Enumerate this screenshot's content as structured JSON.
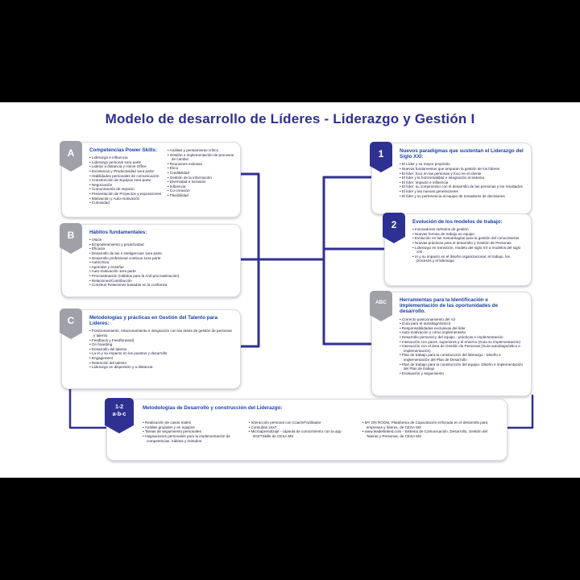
{
  "title": "Modelo de desarrollo de Líderes - Liderazgo y Gestión I",
  "colors": {
    "navy": "#2e3192",
    "heading_blue": "#1d43a8",
    "tab_grey": "#9fa0a8"
  },
  "cards": {
    "a": {
      "tab": "A",
      "heading": "Competencias Power Skills:",
      "col1": [
        "Liderazgo e influencia",
        "Liderazgo personal 1era parte",
        "Liderar a distancia y Home Office",
        "Excelencia y Productividad 1era parte",
        "Habilidades personales de comunicación",
        "Construcción de Equipos 1era parte",
        "Negociación",
        "Comunicación de impacto",
        "Presentación de Proyectos y exposiciones",
        "Motivación y Auto-motivación",
        "Curiosidad"
      ],
      "col2": [
        "Análisis y pensamiento crítico",
        "Gestión e implementación de procesos de cambio",
        "Reuniones exitosas",
        "Ética",
        "Credibilidad",
        "Gestión de la información",
        "Diversidad e inclusión",
        "Influencia",
        "Co-creación",
        "Flexibilidad"
      ]
    },
    "b": {
      "tab": "B",
      "heading": "Hábitos fundamentales:",
      "items": [
        "Visión",
        "Empoderamiento y proactividad",
        "Eficacia",
        "Desarrollo de las 4 inteligencias 1era parte",
        "Desarrollo profesional continuo 1era parte",
        "Autocrítica",
        "Aprender y enseñar",
        "Auto-motivación 1era parte",
        "Procrastinación (Hábitos para la Anti-procrastinación)",
        "Relaciones/Contribución",
        "Construir Relaciones basadas en la confianza"
      ]
    },
    "c": {
      "tab": "C",
      "heading": "Metodologías y prácticas en Gestión del Talento para Líderes:",
      "items": [
        "Posicionamiento, relacionamiento e integración con las áreas de gestión de personas y talento",
        "Feedback y Feedforward)",
        "On boarding",
        "Desarrollo del talento",
        "La IA y su impacto en los puestos y desarrollo",
        "Engagement",
        "Retención del talento",
        "Liderazgo en dispersión y a distancia"
      ]
    },
    "n1": {
      "tab": "1",
      "heading": "Nuevos paradigmas que sustentan el Liderazgo del Siglo XXI:",
      "items": [
        "El Líder y su mayor propósito",
        "Nuevos fundamentos que amparan la gestión de los líderes",
        "El líder: foco en las personas y foco en el cliente",
        "El líder y la horizontalidad e integración al sistema",
        "El líder: impacto e influencia",
        "El líder: su compromiso con el desarrollo de las personas y los resultados",
        "El líder y las nuevas generaciones",
        "El líder y su pertenencia al equipo de tomadores de decisiones"
      ]
    },
    "n2": {
      "tab": "2",
      "heading": "Evolución de los modelos de trabajo:",
      "items": [
        "Innovadores métodos de gestión",
        "Nuevas formas de trabajo en equipo",
        "Evolución en las metodologías para la gestión del conocimiento",
        "Nuevas prácticas para el desarrollo y Gestión de Personas",
        "Liderazgo en transición, modelo del siglo XX a modelos del siglo XXI",
        "IA y su impacto en el diseño organizacional, el trabajo, los procesos y el liderazgo"
      ]
    },
    "abc": {
      "tab": "ABC",
      "heading": "Herramientas para la Identificación e implementación de las oportunidades de desarrollo.",
      "items": [
        "Correcto posicionamiento del rol",
        "Guía para el autodiagnóstico)",
        "Responsabilidades exclusivas del líder",
        "Auto-motivación y cómo implementarla",
        "Desarrollo personal y del equipo - prácticas e implementación",
        "Interacción con pares, superiores y el entorno (Guía su implementación)",
        "Interacción con el área de Gestión de Personas (Guía autodiagnóstico e implementación)",
        "Plan de trabajo para la construcción del liderazgo - Diseño e implementación del Plan de Desarrollo",
        "Plan de trabajo para la construcción del equipo- Diseño e implementación del Plan de trabajo",
        "Evaluación y seguimiento"
      ]
    },
    "bottom": {
      "tab_line1": "1-2",
      "tab_line2": "a-b-c",
      "heading": "Metodologías de Desarrollo y construcción del Liderazgo:",
      "col1": [
        "Realización de casos reales",
        "Análisis grupales y en equipos",
        "Tareas de seguimiento personales",
        "Asignaciones personales para la implementación de competencias, hábitos y métodos"
      ],
      "col2": [
        "Interacción personal con Coach/Facilitador",
        "Consultas 24x7",
        "Microaprendizaje - cápsula de conocimiento con la app 2GETSkills de CESA MS"
      ],
      "col3": [
        "MY ON ROOM, Plataforma de Capacitación enfocada en el desarrollo para empresas y líderes, de CESA MS",
        "www.leaderlinked.com - Sistema de Comunicación, Desarrollo, Gestión del Talento y Personas, de CESA MS"
      ]
    }
  }
}
